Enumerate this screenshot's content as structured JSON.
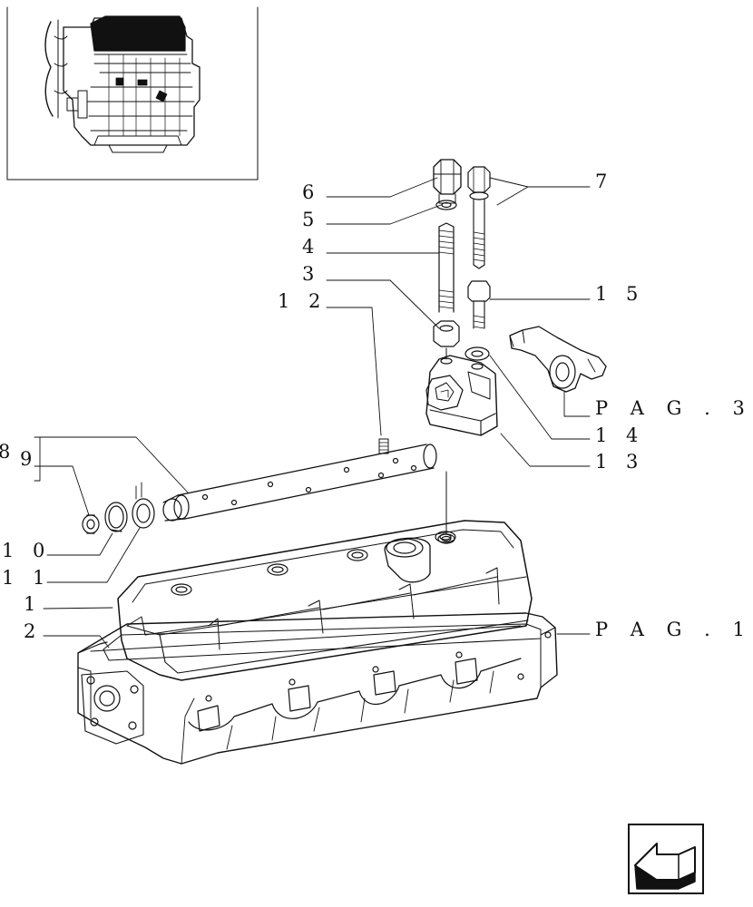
{
  "diagram": {
    "callouts": {
      "c1": "1",
      "c2": "2",
      "c3": "3",
      "c4": "4",
      "c5": "5",
      "c6": "6",
      "c7": "7",
      "c8": "8",
      "c9": "9",
      "c10": "1 0",
      "c11": "1 1",
      "c12": "1 2",
      "c13": "1 3",
      "c14": "1 4",
      "c15": "1 5"
    },
    "page_refs": {
      "pag1": "P A G . 1",
      "pag3": "P A G . 3"
    }
  },
  "navigation": {
    "next_page_icon": "arrow-next-page-icon"
  },
  "colors": {
    "ink": "#111111",
    "background": "#ffffff"
  }
}
